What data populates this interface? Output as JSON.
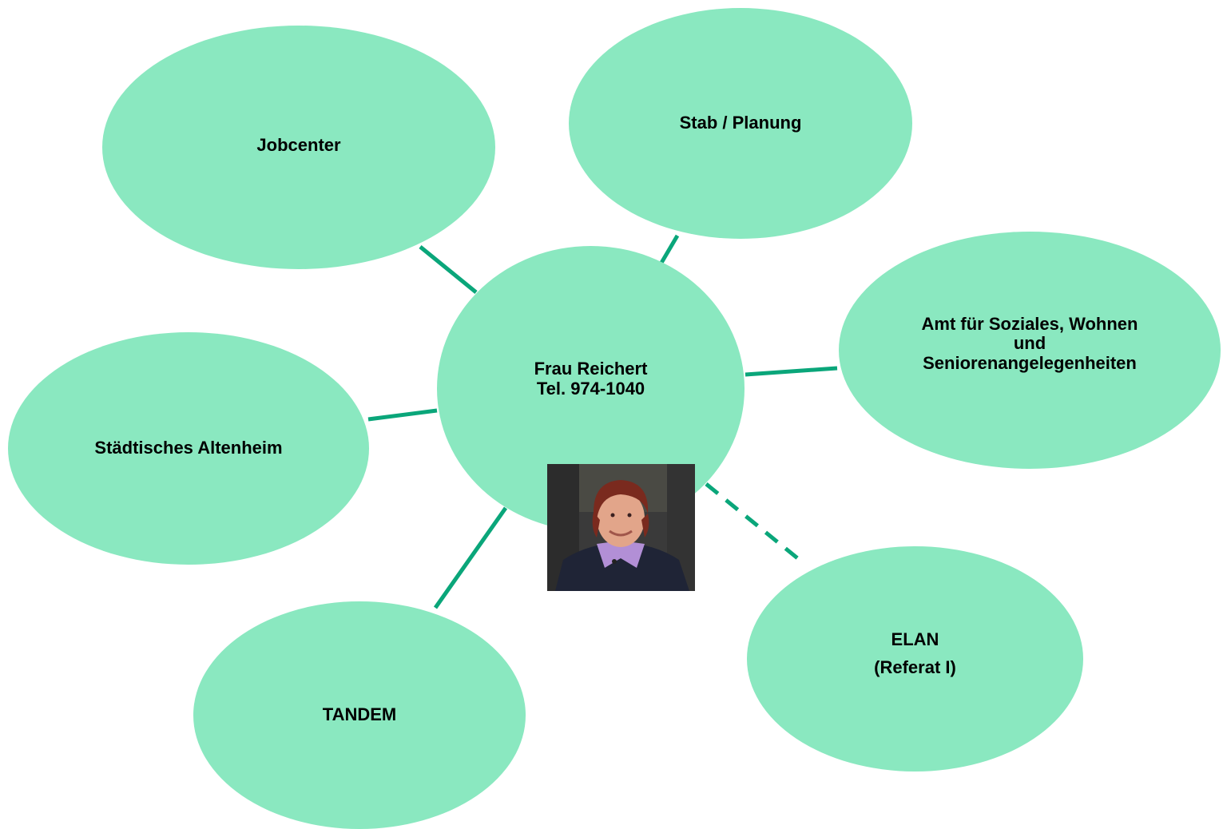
{
  "colors": {
    "node_fill": "#8ae8c0",
    "connector": "#0aa67a",
    "text": "#000000"
  },
  "center": {
    "name": "Frau Reichert",
    "phone": "Tel. 974-1040",
    "photo_icon": "portrait-photo"
  },
  "nodes": {
    "jobcenter": "Jobcenter",
    "stab": "Stab / Planung",
    "amt": "Amt für Soziales, Wohnen\nund\nSeniorenangelegenheiten",
    "altenheim": "Städtisches Altenheim",
    "tandem": "TANDEM",
    "elan": "ELAN\n(Referat I)"
  },
  "connections": [
    {
      "to": "jobcenter",
      "style": "solid"
    },
    {
      "to": "stab",
      "style": "solid"
    },
    {
      "to": "amt",
      "style": "solid"
    },
    {
      "to": "altenheim",
      "style": "solid"
    },
    {
      "to": "tandem",
      "style": "solid"
    },
    {
      "to": "elan",
      "style": "dashed"
    }
  ]
}
